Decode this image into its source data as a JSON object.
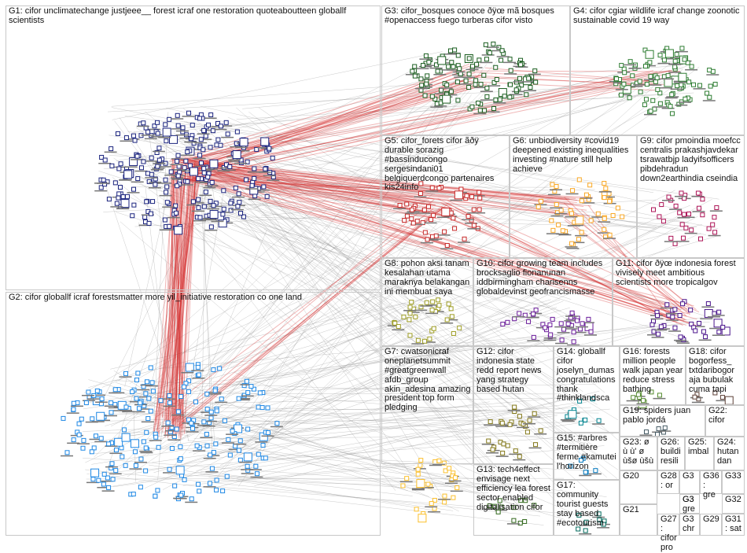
{
  "title": "",
  "groups": [
    {
      "id": "G1",
      "label": "G1: cifor unclimatechange justjeee__ forest icraf one restoration quoteaboutteen globallf scientists",
      "color": "#1a237e"
    },
    {
      "id": "G2",
      "label": "G2: cifor globallf icraf forestsmatter more yil_initiative restoration co one land",
      "color": "#1e88e5"
    },
    {
      "id": "G3",
      "label": "G3: cifor_bosques conoce ðÿœ mã bosques #openaccess fuego turberas cifor visto",
      "color": "#1b5e20"
    },
    {
      "id": "G4",
      "label": "G4: cifor cgiar wildlife icraf change zoonotic sustainable covid 19 way",
      "color": "#2e7d32"
    },
    {
      "id": "G5",
      "label": "G5: cifor_forets cifor ãðÿ durable sorazig #bassinducongo sergesindani01 belgiquerdcongo partenaires kis24info",
      "color": "#c62828"
    },
    {
      "id": "G6",
      "label": "G6: unbiodiversity #covid19 deepened existing inequalities investing #nature still help achieve",
      "color": "#f9a825"
    },
    {
      "id": "G7",
      "label": "G7: cwatsonicraf oneplanetsummit #greatgreenwall afdb_group akin_adesina amazing president top form pledging",
      "color": "#fbc02d"
    },
    {
      "id": "G8",
      "label": "G8: pohon aksi tanam kesalahan utama maraknya belakangan ini membuat saya",
      "color": "#9e9d24"
    },
    {
      "id": "G9",
      "label": "G9: cifor pmoindia moefcc centralis prakashjavdekar tsrawatbjp ladyifsofficers pibdehradun down2earthindia cseindia",
      "color": "#ad1457"
    },
    {
      "id": "G10",
      "label": "G10: cifor growing team includes brocksaglio fionanunan iddbirmingham charisenns globaldevinst geofrancismasse",
      "color": "#6a1b9a"
    },
    {
      "id": "G11",
      "label": "G11: cifor ðÿœ indonesia forest vivisely meet ambitious scientists more tropicalgov",
      "color": "#4a148c"
    },
    {
      "id": "G12",
      "label": "G12: cifor indonesia state redd report news yang strategy based hutan",
      "color": "#827717"
    },
    {
      "id": "G13",
      "label": "G13: tech4effect envisage next efficiency lea forest sector enabled digitalisation cifor",
      "color": "#33691e"
    },
    {
      "id": "G14",
      "label": "G14: globallf cifor joselyn_dumas congratulations thank #thinklandsca",
      "color": "#00838f"
    },
    {
      "id": "G15",
      "label": "G15: #arbres #termitière ferme #kamutei l'horizon",
      "color": "#0277bd"
    },
    {
      "id": "G16",
      "label": "G16: forests million people walk japan year reduce stress bathing",
      "color": "#558b2f"
    },
    {
      "id": "G17",
      "label": "G17: community tourist guests stay based #ecotourism",
      "color": "#00695c"
    },
    {
      "id": "G18",
      "label": "G18: cifor bogorfess_ txtdaribogor aja bubulak cuma tapi",
      "color": "#5d4037"
    },
    {
      "id": "G19",
      "label": "G19: spiders juan pablo jordá",
      "color": "#455a64"
    },
    {
      "id": "G20",
      "label": "G20",
      "color": "#3949ab"
    },
    {
      "id": "G21",
      "label": "G21",
      "color": "#3949ab"
    },
    {
      "id": "G22",
      "label": "G22: cifor",
      "color": "#3949ab"
    },
    {
      "id": "G23",
      "label": "G23: ø ù ù' ø ùšø ùšù",
      "color": "#3949ab"
    },
    {
      "id": "G24",
      "label": "G24: hutan dan",
      "color": "#3949ab"
    },
    {
      "id": "G25",
      "label": "G25: imbal",
      "color": "#3949ab"
    },
    {
      "id": "G26",
      "label": "G26: buildi resili",
      "color": "#3949ab"
    },
    {
      "id": "G27",
      "label": "G27: cifor pro",
      "color": "#3949ab"
    },
    {
      "id": "G28",
      "label": "G28: or",
      "color": "#3949ab"
    },
    {
      "id": "G29",
      "label": "G29",
      "color": "#3949ab"
    },
    {
      "id": "G30",
      "label": "G3 chr",
      "color": "#3949ab"
    },
    {
      "id": "G31",
      "label": "G31: sat",
      "color": "#3949ab"
    },
    {
      "id": "G32",
      "label": "G32",
      "color": "#3949ab"
    },
    {
      "id": "G33",
      "label": "G33",
      "color": "#3949ab"
    },
    {
      "id": "G34",
      "label": "G3",
      "color": "#3949ab"
    },
    {
      "id": "G35",
      "label": "G3",
      "color": "#3949ab"
    },
    {
      "id": "G36",
      "label": "G36: gre",
      "color": "#3949ab"
    },
    {
      "id": "G37",
      "label": "G3 gre",
      "color": "#3949ab"
    }
  ]
}
